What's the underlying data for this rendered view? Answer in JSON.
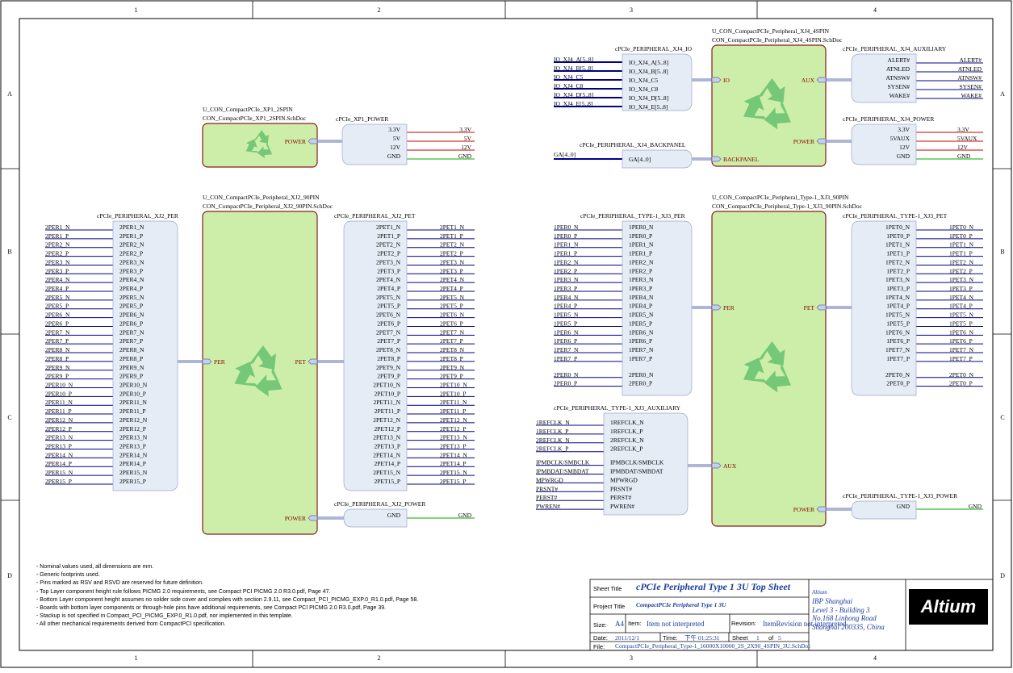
{
  "frame": {
    "columns": [
      "1",
      "2",
      "3",
      "4"
    ],
    "rows": [
      "A",
      "B",
      "C",
      "D"
    ]
  },
  "blocks": {
    "xp1": {
      "designator": "U_CON_CompactPCIe_XP1_2SPIN",
      "filename": "CON_CompactPCIe_XP1_2SPIN.SchDoc",
      "port": "POWER",
      "harness_label": "cPCIe_XP1_POWER",
      "harness_pins": [
        "3.3V",
        "5V",
        "12V",
        "GND"
      ],
      "nets": [
        "3.3V",
        "5V",
        "12V",
        "GND"
      ]
    },
    "xj2": {
      "designator": "U_CON_CompactPCIe_Peripheral_XJ2_90PIN",
      "filename": "CON_CompactPCIe_Peripheral_XJ2_90PIN.SchDoc",
      "ports": {
        "per": "PER",
        "pet": "PET",
        "power": "POWER"
      },
      "per_harness_label": "cPCIe_PERIPHERAL_XJ2_PER",
      "pet_harness_label": "cPCIe_PERIPHERAL_XJ2_PET",
      "power_harness_label": "cPCIe_PERIPHERAL_XJ2_POWER",
      "per_nets": [
        "2PER1_N",
        "2PER1_P",
        "2PER2_N",
        "2PER2_P",
        "2PER3_N",
        "2PER3_P",
        "2PER4_N",
        "2PER4_P",
        "2PER5_N",
        "2PER5_P",
        "2PER6_N",
        "2PER6_P",
        "2PER7_N",
        "2PER7_P",
        "2PER8_N",
        "2PER8_P",
        "2PER9_N",
        "2PER9_P",
        "2PER10_N",
        "2PER10_P",
        "2PER11_N",
        "2PER11_P",
        "2PER12_N",
        "2PER12_P",
        "2PER13_N",
        "2PER13_P",
        "2PER14_N",
        "2PER14_P",
        "2PER15_N",
        "2PER15_P"
      ],
      "per_pins": [
        "2PER1_N",
        "2PER1_P",
        "2PER2_N",
        "2PER2_P",
        "2PER3_N",
        "2PER3_P",
        "2PER4_N",
        "2PER4_P",
        "2PER5_N",
        "2PER5_P",
        "2PER6_N",
        "2PER6_P",
        "2PER7_N",
        "2PER7_P",
        "2PER8_N",
        "2PER8_P",
        "2PER9_N",
        "2PER9_P",
        "2PER10_N",
        "2PER10_P",
        "2PER11_N",
        "2PER11_P",
        "2PER12_N",
        "2PER12_P",
        "2PER13_N",
        "2PER13_P",
        "2PER14_N",
        "2PER14_P",
        "2PER15_N",
        "2PER15_P"
      ],
      "pet_pins": [
        "2PET1_N",
        "2PET1_P",
        "2PET2_N",
        "2PET2_P",
        "2PET3_N",
        "2PET3_P",
        "2PET4_N",
        "2PET4_P",
        "2PET5_N",
        "2PET5_P",
        "2PET6_N",
        "2PET6_P",
        "2PET7_N",
        "2PET7_P",
        "2PET8_N",
        "2PET8_P",
        "2PET9_N",
        "2PET9_P",
        "2PET10_N",
        "2PET10_P",
        "2PET11_N",
        "2PET11_P",
        "2PET12_N",
        "2PET12_P",
        "2PET13_N",
        "2PET13_P",
        "2PET14_N",
        "2PET14_P",
        "2PET15_N",
        "2PET15_P"
      ],
      "pet_nets": [
        "2PET1_N",
        "2PET1_P",
        "2PET2_N",
        "2PET2_P",
        "2PET3_N",
        "2PET3_P",
        "2PET4_N",
        "2PET4_P",
        "2PET5_N",
        "2PET5_P",
        "2PET6_N",
        "2PET6_P",
        "2PET7_N",
        "2PET7_P",
        "2PET8_N",
        "2PET8_P",
        "2PET9_N",
        "2PET9_P",
        "2PET10_N",
        "2PET10_P",
        "2PET11_N",
        "2PET11_P",
        "2PET12_N",
        "2PET12_P",
        "2PET13_N",
        "2PET13_P",
        "2PET14_N",
        "2PET14_P",
        "2PET15_N",
        "2PET15_P"
      ],
      "power_pins": [
        "GND"
      ],
      "power_nets": [
        "GND"
      ]
    },
    "xj4": {
      "designator": "U_CON_CompactPCIe_Peripheral_XJ4_4SPIN",
      "filename": "CON_CompactPCIe_Peripheral_XJ4_4SPIN.SchDoc",
      "ports": {
        "io": "IO",
        "aux": "AUX",
        "power": "POWER",
        "backpanel": "BACKPANEL"
      },
      "io_harness_label": "cPCIe_PERIPHERAL_XJ4_IO",
      "io_nets": [
        "IO_XJ4_A[5..8]",
        "IO_XJ4_B[5..8]",
        "IO_XJ4_C5",
        "IO_XJ4_C8",
        "IO_XJ4_D[5..8]",
        "IO_XJ4_E[5..8]"
      ],
      "io_pins": [
        "IO_XJ4_A[5..8]",
        "IO_XJ4_B[5..8]",
        "IO_XJ4_C5",
        "IO_XJ4_C8",
        "IO_XJ4_D[5..8]",
        "IO_XJ4_E[5..8]"
      ],
      "backpanel_harness_label": "cPCIe_PERIPHERAL_XJ4_BACKPANEL",
      "backpanel_net": "GA[4..0]",
      "backpanel_pin": "GA[4..0]",
      "aux_harness_label": "cPCIe_PERIPHERAL_XJ4_AUXILIARY",
      "aux_pins": [
        "ALERT#",
        "ATNLED",
        "ATNSW#",
        "SYSEN#",
        "WAKE#"
      ],
      "aux_nets": [
        "ALERT#",
        "ATNLED",
        "ATNSW#",
        "SYSEN#",
        "WAKE#"
      ],
      "power_harness_label": "cPCIe_PERIPHERAL_XJ4_POWER",
      "power_pins": [
        "3.3V",
        "5VAUX",
        "12V",
        "GND"
      ],
      "power_nets": [
        "3.3V",
        "5VAUX",
        "12V",
        "GND"
      ]
    },
    "xj3": {
      "designator": "U_CON_CompactPCIe_Peripheral_Type-1_XJ3_90PIN",
      "filename": "CON_CompactPCIe_Peripheral_Type-1_XJ3_90PIN.SchDoc",
      "ports": {
        "per": "PER",
        "pet": "PET",
        "aux": "AUX",
        "power": "POWER"
      },
      "per_harness_label": "cPCIe_PERIPHERAL_TYPE-1_XJ3_PER",
      "per_nets": [
        "1PER0_N",
        "1PER0_P",
        "1PER1_N",
        "1PER1_P",
        "1PER2_N",
        "1PER2_P",
        "1PER3_N",
        "1PER3_P",
        "1PER4_N",
        "1PER4_P",
        "1PER5_N",
        "1PER5_P",
        "1PER6_N",
        "1PER6_P",
        "1PER7_N",
        "1PER7_P",
        "2PER0_N",
        "2PER0_P"
      ],
      "per_pins": [
        "1PER0_N",
        "1PER0_P",
        "1PER1_N",
        "1PER1_P",
        "1PER2_N",
        "1PER2_P",
        "1PER3_N",
        "1PER3_P",
        "1PER4_N",
        "1PER4_P",
        "1PER5_N",
        "1PER5_P",
        "1PER6_N",
        "1PER6_P",
        "1PER7_N",
        "1PER7_P",
        "2PER0_N",
        "2PER0_P"
      ],
      "pet_harness_label": "cPCIe_PERIPHERAL_TYPE-1_XJ3_PET",
      "pet_pins": [
        "1PET0_N",
        "1PET0_P",
        "1PET1_N",
        "1PET1_P",
        "1PET2_N",
        "1PET2_P",
        "1PET3_N",
        "1PET3_P",
        "1PET4_N",
        "1PET4_P",
        "1PET5_N",
        "1PET5_P",
        "1PET6_N",
        "1PET6_P",
        "1PET7_N",
        "1PET7_P",
        "2PET0_N",
        "2PET0_P"
      ],
      "pet_nets": [
        "1PET0_N",
        "1PET0_P",
        "1PET1_N",
        "1PET1_P",
        "1PET2_N",
        "1PET2_P",
        "1PET3_N",
        "1PET3_P",
        "1PET4_N",
        "1PET4_P",
        "1PET5_N",
        "1PET5_P",
        "1PET6_N",
        "1PET6_P",
        "1PET7_N",
        "1PET7_P",
        "2PET0_N",
        "2PET0_P"
      ],
      "aux_harness_label": "cPCIe_PERIPHERAL_TYPE-1_XJ3_AUXILIARY",
      "aux_nets": [
        "1REFCLK_N",
        "1REFCLK_P",
        "2REFCLK_N",
        "2REFCLK_P",
        "IPMBCLK/SMBCLK",
        "IPMBDAT/SMBDAT",
        "MPWRGD",
        "PRSNT#",
        "PERST#",
        "PWREN#"
      ],
      "aux_pins": [
        "1REFCLK_N",
        "1REFCLK_P",
        "2REFCLK_N",
        "2REFCLK_P",
        "IPMBCLK/SMBCLK",
        "IPMBDAT/SMBDAT",
        "MPWRGD",
        "PRSNT#",
        "PERST#",
        "PWREN#"
      ],
      "power_harness_label": "cPCIe_PERIPHERAL_TYPE-1_XJ3_POWER",
      "power_pins": [
        "GND"
      ],
      "power_nets": [
        "GND"
      ]
    }
  },
  "notes": [
    "- Nominal values used, all dimensions are mm.",
    "- Generic footprints used.",
    "- Pins marked as RSV and RSVD are reserved for future definition.",
    "- Top Layer component height rule follows PICMG 2.0 requirements, see Compact PCI PICMG 2.0 R3.0.pdf, Page 47.",
    "- Bottom Layer component height assumes no solder side cover and complies with section 2.9.11, see Compact_PCI_PICMG_EXP.0_R1.0.pdf, Page 58.",
    "- Boards with bottom layer components or through-hole pins have additional requirements, see Compact PCI PICMG 2.0 R3.0.pdf, Page 39.",
    "- Stackup is not specified in Compact_PCI_PICMG_EXP.0_R1.0.pdf, nor implemented in this template.",
    "- All other mechanical requirements derived from CompactPCI specification."
  ],
  "title_block": {
    "sheet_title_label": "Sheet Title",
    "sheet_title": "cPCIe Peripheral Type 1 3U Top Sheet",
    "project_title_label": "Project Title",
    "project_title": "CompactPCIe Peripheral Type 1 3U",
    "size_label": "Size:",
    "size": "A4",
    "item_label": "Item:",
    "item": "Item not interpreted",
    "revision_label": "Revision:",
    "revision": "ItemRevision not interpreted",
    "date_label": "Date:",
    "date": "2011/12/1",
    "time_label": "Time:",
    "time": "下午 01:25:31",
    "sheet_label": "Sheet",
    "sheet_number": "1",
    "of_label": "of",
    "sheet_total": "5",
    "file_label": "File:",
    "file": "CompactPCIe_Peripheral_Type-1_16000X10000_2S_2X90_4SPIN_3U.SchDoc",
    "company": "Altium",
    "address_lines": [
      "IBP Shanghai",
      "Level 3 - Building 3",
      "No.168 Linhong Road",
      "Shanghai 200335, China"
    ],
    "logo_text": "Altium"
  },
  "colors": {
    "border": "#000000",
    "sheet_fill": "#cdeea8",
    "sheet_stroke": "#8b1a1a",
    "harness_fill": "#e6ecf6",
    "harness_stroke": "#9aa8c8",
    "wire": "#00008b",
    "power_red": "#cc0000",
    "gnd_green": "#00aa00",
    "port_text": "#8b0000",
    "title_text": "#1c3d9c",
    "recycle": "#74c877"
  }
}
